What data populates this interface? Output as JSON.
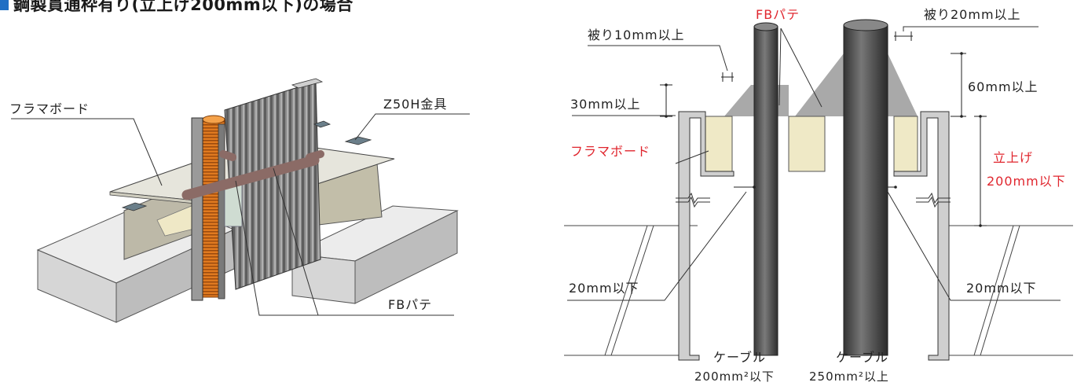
{
  "title": "鋼製貫通枠有り(立上げ200mm以下)の場合",
  "accent_color": "#e0262e",
  "marker_color": "#1f6fc4",
  "left_diagram": {
    "labels": {
      "board": "フラマボード",
      "bracket": "Z50H金具",
      "putty": "FBパテ"
    }
  },
  "right_diagram": {
    "labels": {
      "cover_left": "被り10mm以上",
      "cover_right": "被り20mm以上",
      "putty": "FBパテ",
      "height_left": "30mm以上",
      "height_right": "60mm以上",
      "board": "フラマボード",
      "riser_line1": "立上げ",
      "riser_line2": "200mm以下",
      "gap_left": "20mm以下",
      "gap_right": "20mm以下",
      "cable_left_name": "ケーブル",
      "cable_left_size": "200mm²以下",
      "cable_right_name": "ケーブル",
      "cable_right_size": "250mm²以上"
    }
  }
}
